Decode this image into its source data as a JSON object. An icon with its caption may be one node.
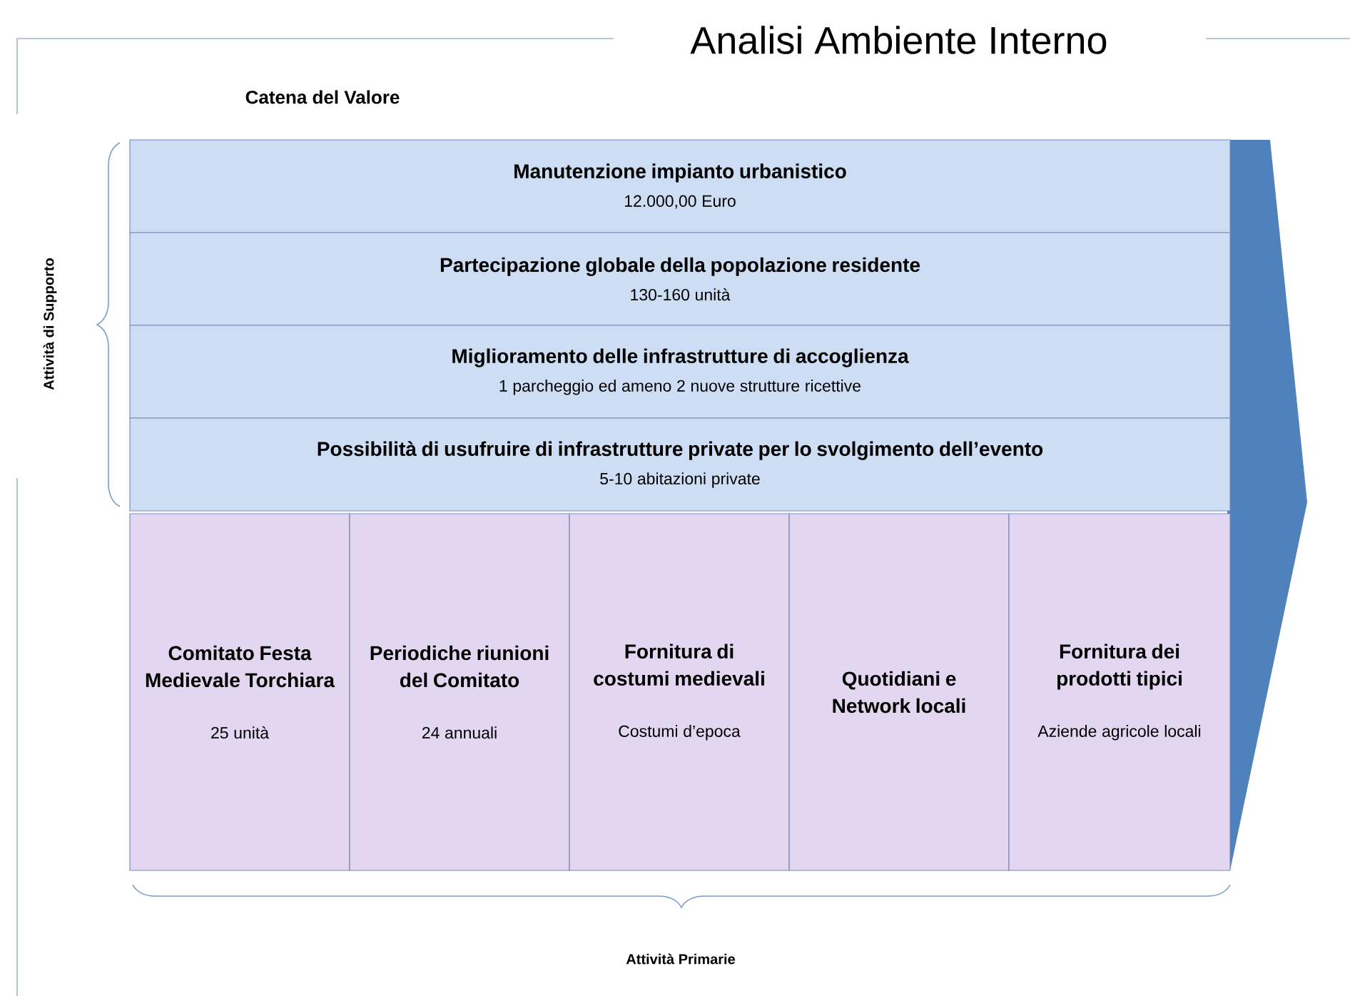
{
  "diagram": {
    "title": "Analisi Ambiente Interno",
    "nodes": [
      {
        "text": [
          "Manutenzione impianto urbanistico",
          "12.000,00 Euro"
        ]
      },
      {
        "text": [
          "Partecipazione globale della popolazione residente",
          "130-160 unità"
        ]
      },
      {
        "text": [
          "Miglioramento delle infrastrutture di accoglienza",
          "1 parcheggio ed ameno 2 nuove strutture ricettive"
        ]
      },
      {
        "text": [
          "Possibilità di usufruire di infrastrutture private per lo svolgimento dell’evento",
          "5-10 abitazioni private"
        ]
      },
      {
        "text": [
          "Comitato Festa Medievale Torchiara",
          "25 unità"
        ]
      },
      {
        "text": [
          "Periodiche riunioni del Comitato",
          "24 annuali"
        ]
      },
      {
        "text": [
          "Fornitura di costumi medievali",
          "Costumi d’epoca"
        ]
      },
      {
        "text": [
          "Quotidiani e Network locali"
        ]
      },
      {
        "text": [
          "Fornitura dei prodotti tipici",
          "Aziende agricole locali"
        ]
      }
    ],
    "labels": [
      "Catena del Valore",
      "Attività di Supporto",
      "Attività Primarie"
    ]
  }
}
